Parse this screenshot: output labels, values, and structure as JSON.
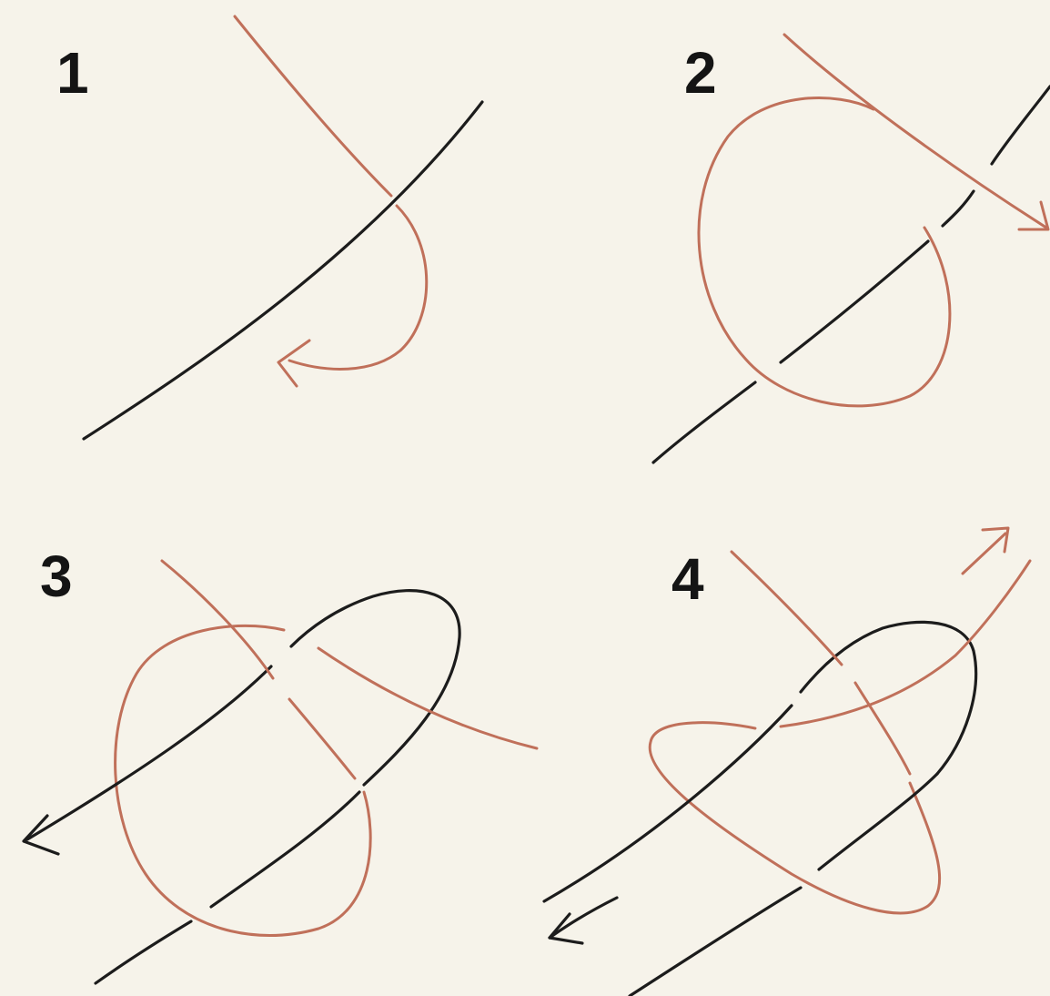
{
  "steps": [
    {
      "number": "1"
    },
    {
      "number": "2"
    },
    {
      "number": "3"
    },
    {
      "number": "4"
    }
  ],
  "colors": {
    "background": "#f6f3ea",
    "standing_line": "#1c1c1c",
    "working_line": "#c0705a"
  }
}
